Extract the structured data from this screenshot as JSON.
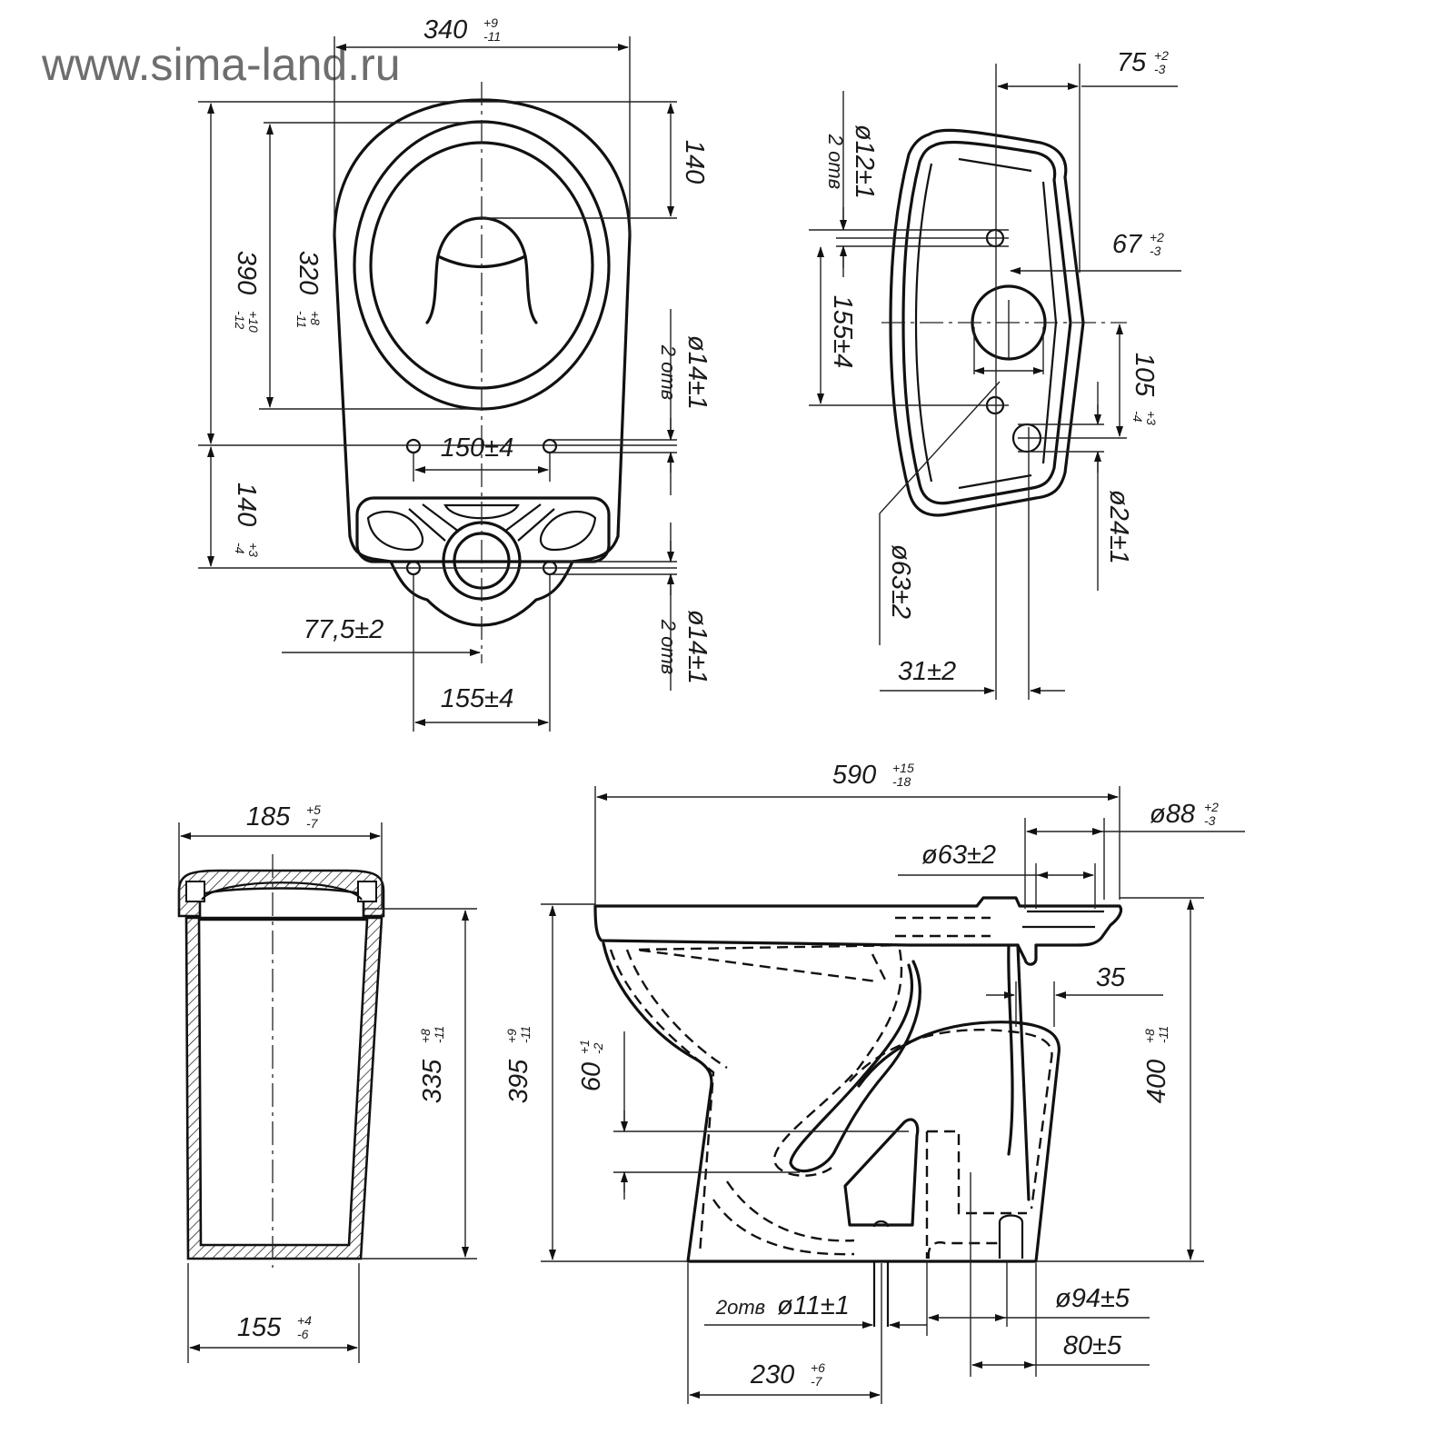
{
  "watermark": "www.sima-land.ru",
  "dimensions": {
    "top_width": {
      "value": "340",
      "plus": "+9",
      "minus": "-11"
    },
    "top_length": {
      "value": "390",
      "plus": "+10",
      "minus": "-12"
    },
    "seat_length": {
      "value": "320",
      "plus": "+8",
      "minus": "-11"
    },
    "top_140": {
      "value": "140"
    },
    "holes_140": {
      "value": "140",
      "plus": "+3",
      "minus": "-4"
    },
    "holes_spacing_150": {
      "value": "150±4"
    },
    "hole_dia_upper": {
      "value": "ø14±1",
      "note": "2 отв"
    },
    "hole_dia_lower": {
      "value": "ø14±1",
      "note": "2 отв"
    },
    "offset_77_5": {
      "value": "77,5±2"
    },
    "holes_spacing_155": {
      "value": "155±4"
    },
    "tank_75": {
      "value": "75",
      "plus": "+2",
      "minus": "-3"
    },
    "tank_hole_12": {
      "value": "ø12±1",
      "note": "2 отв"
    },
    "tank_67": {
      "value": "67",
      "plus": "+2",
      "minus": "-3"
    },
    "tank_155": {
      "value": "155±4"
    },
    "tank_105": {
      "value": "105",
      "plus": "+3",
      "minus": "-4"
    },
    "tank_hole_24": {
      "value": "ø24±1"
    },
    "tank_hole_63": {
      "value": "ø63±2"
    },
    "tank_31": {
      "value": "31±2"
    },
    "tank_width_185": {
      "value": "185",
      "plus": "+5",
      "minus": "-7"
    },
    "tank_height_335": {
      "value": "335",
      "plus": "+8",
      "minus": "-11"
    },
    "tank_base_155": {
      "value": "155",
      "plus": "+4",
      "minus": "-6"
    },
    "bowl_length_590": {
      "value": "590",
      "plus": "+15",
      "minus": "-18"
    },
    "inlet_88": {
      "value": "ø88",
      "plus": "+2",
      "minus": "-3"
    },
    "inlet_63": {
      "value": "ø63±2"
    },
    "dim_35": {
      "value": "35"
    },
    "height_395": {
      "value": "395",
      "plus": "+9",
      "minus": "-11"
    },
    "height_400": {
      "value": "400",
      "plus": "+8",
      "minus": "-11"
    },
    "dim_60": {
      "value": "60",
      "plus": "+1",
      "minus": "-2"
    },
    "floor_hole_11": {
      "value": "ø11±1",
      "note": "2отв"
    },
    "outlet_94": {
      "value": "ø94±5"
    },
    "outlet_80": {
      "value": "80±5"
    },
    "base_230": {
      "value": "230",
      "plus": "+6",
      "minus": "-7"
    }
  }
}
